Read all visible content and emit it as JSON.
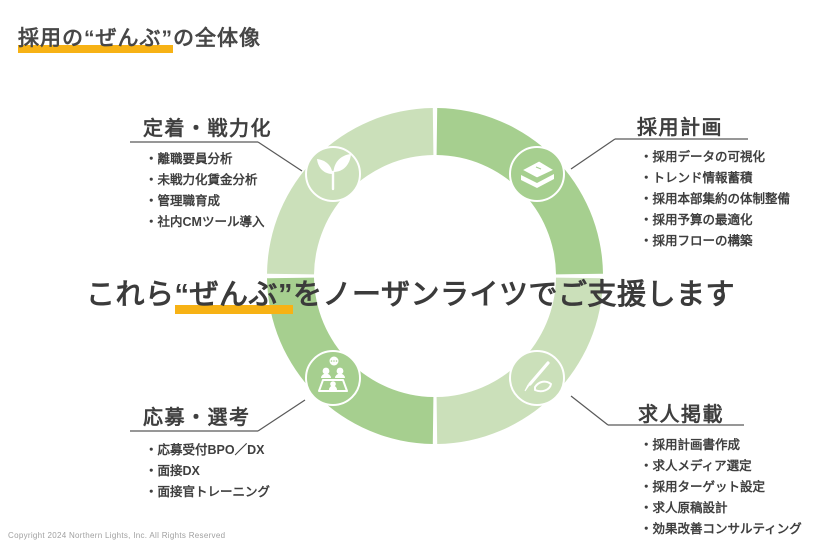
{
  "title": {
    "highlight": "採用の“ぜんぶ”",
    "rest": "の全体像"
  },
  "center_message": {
    "pre": "これら",
    "highlight": "“ぜんぶ”",
    "post": "をノーザンライツでご支援します"
  },
  "quadrants": [
    {
      "label": "定着・戦力化",
      "icon": "sprout-icon",
      "items": [
        "・離職要員分析",
        "・未戦力化賃金分析",
        "・管理職育成",
        "・社内CMツール導入"
      ]
    },
    {
      "label": "採用計画",
      "icon": "books-icon",
      "items": [
        "・採用データの可視化",
        "・トレンド情報蓄積",
        "・採用本部集約の体制整備",
        "・採用予算の最適化",
        "・採用フローの構築"
      ]
    },
    {
      "label": "応募・選考",
      "icon": "interview-icon",
      "items": [
        "・応募受付BPO／DX",
        "・面接DX",
        "・面接官トレーニング"
      ]
    },
    {
      "label": "求人掲載",
      "icon": "writing-hand-icon",
      "items": [
        "・採用計画書作成",
        "・求人メディア選定",
        "・採用ターゲット設定",
        "・求人原稿設計",
        "・効果改善コンサルティング"
      ]
    }
  ],
  "footer": "Copyright 2024 Northern Lights, Inc. All Rights Reserved",
  "colors": {
    "ring_light": "#cbe0ba",
    "ring_medium": "#a6cf8f",
    "highlight_yellow": "#f7b215",
    "text_dark": "#3f3f3f",
    "connector_gray": "#595959",
    "footer_gray": "#a0a0a0"
  }
}
